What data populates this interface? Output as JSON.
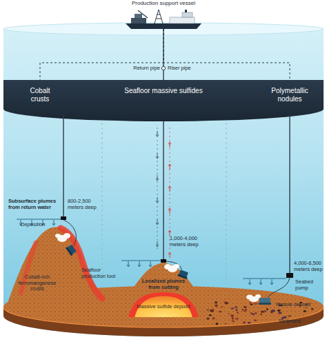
{
  "diagram": {
    "nodes": [
      {
        "text": [
          "Production support vessel"
        ]
      },
      {
        "text": [
          "Cobalt crusts"
        ]
      },
      {
        "text": [
          "Seafloor massive sulfides"
        ]
      },
      {
        "text": [
          "Polymetallic nodules"
        ]
      },
      {
        "text": [
          "Massive sulfide deposit"
        ]
      }
    ],
    "edges": [
      {
        "from": 0,
        "to": 1,
        "arrow": "none"
      },
      {
        "from": 0,
        "to": 2,
        "arrow": "none"
      },
      {
        "from": 0,
        "to": 3,
        "arrow": "none"
      }
    ],
    "labels": [
      "Return pipe",
      "Riser pipe",
      "Subsurface plumes from return water",
      "800-2,500 meters deep",
      "Deposition",
      "Cobalt-rich ferromanganese crusts",
      "Seafloor production tool",
      "1,000-4,000 meters deep",
      "Localized plumes from cutting",
      "4,000-6,500 meters deep",
      "Seabed pump",
      "Nodule deposit",
      "Sediment"
    ]
  }
}
